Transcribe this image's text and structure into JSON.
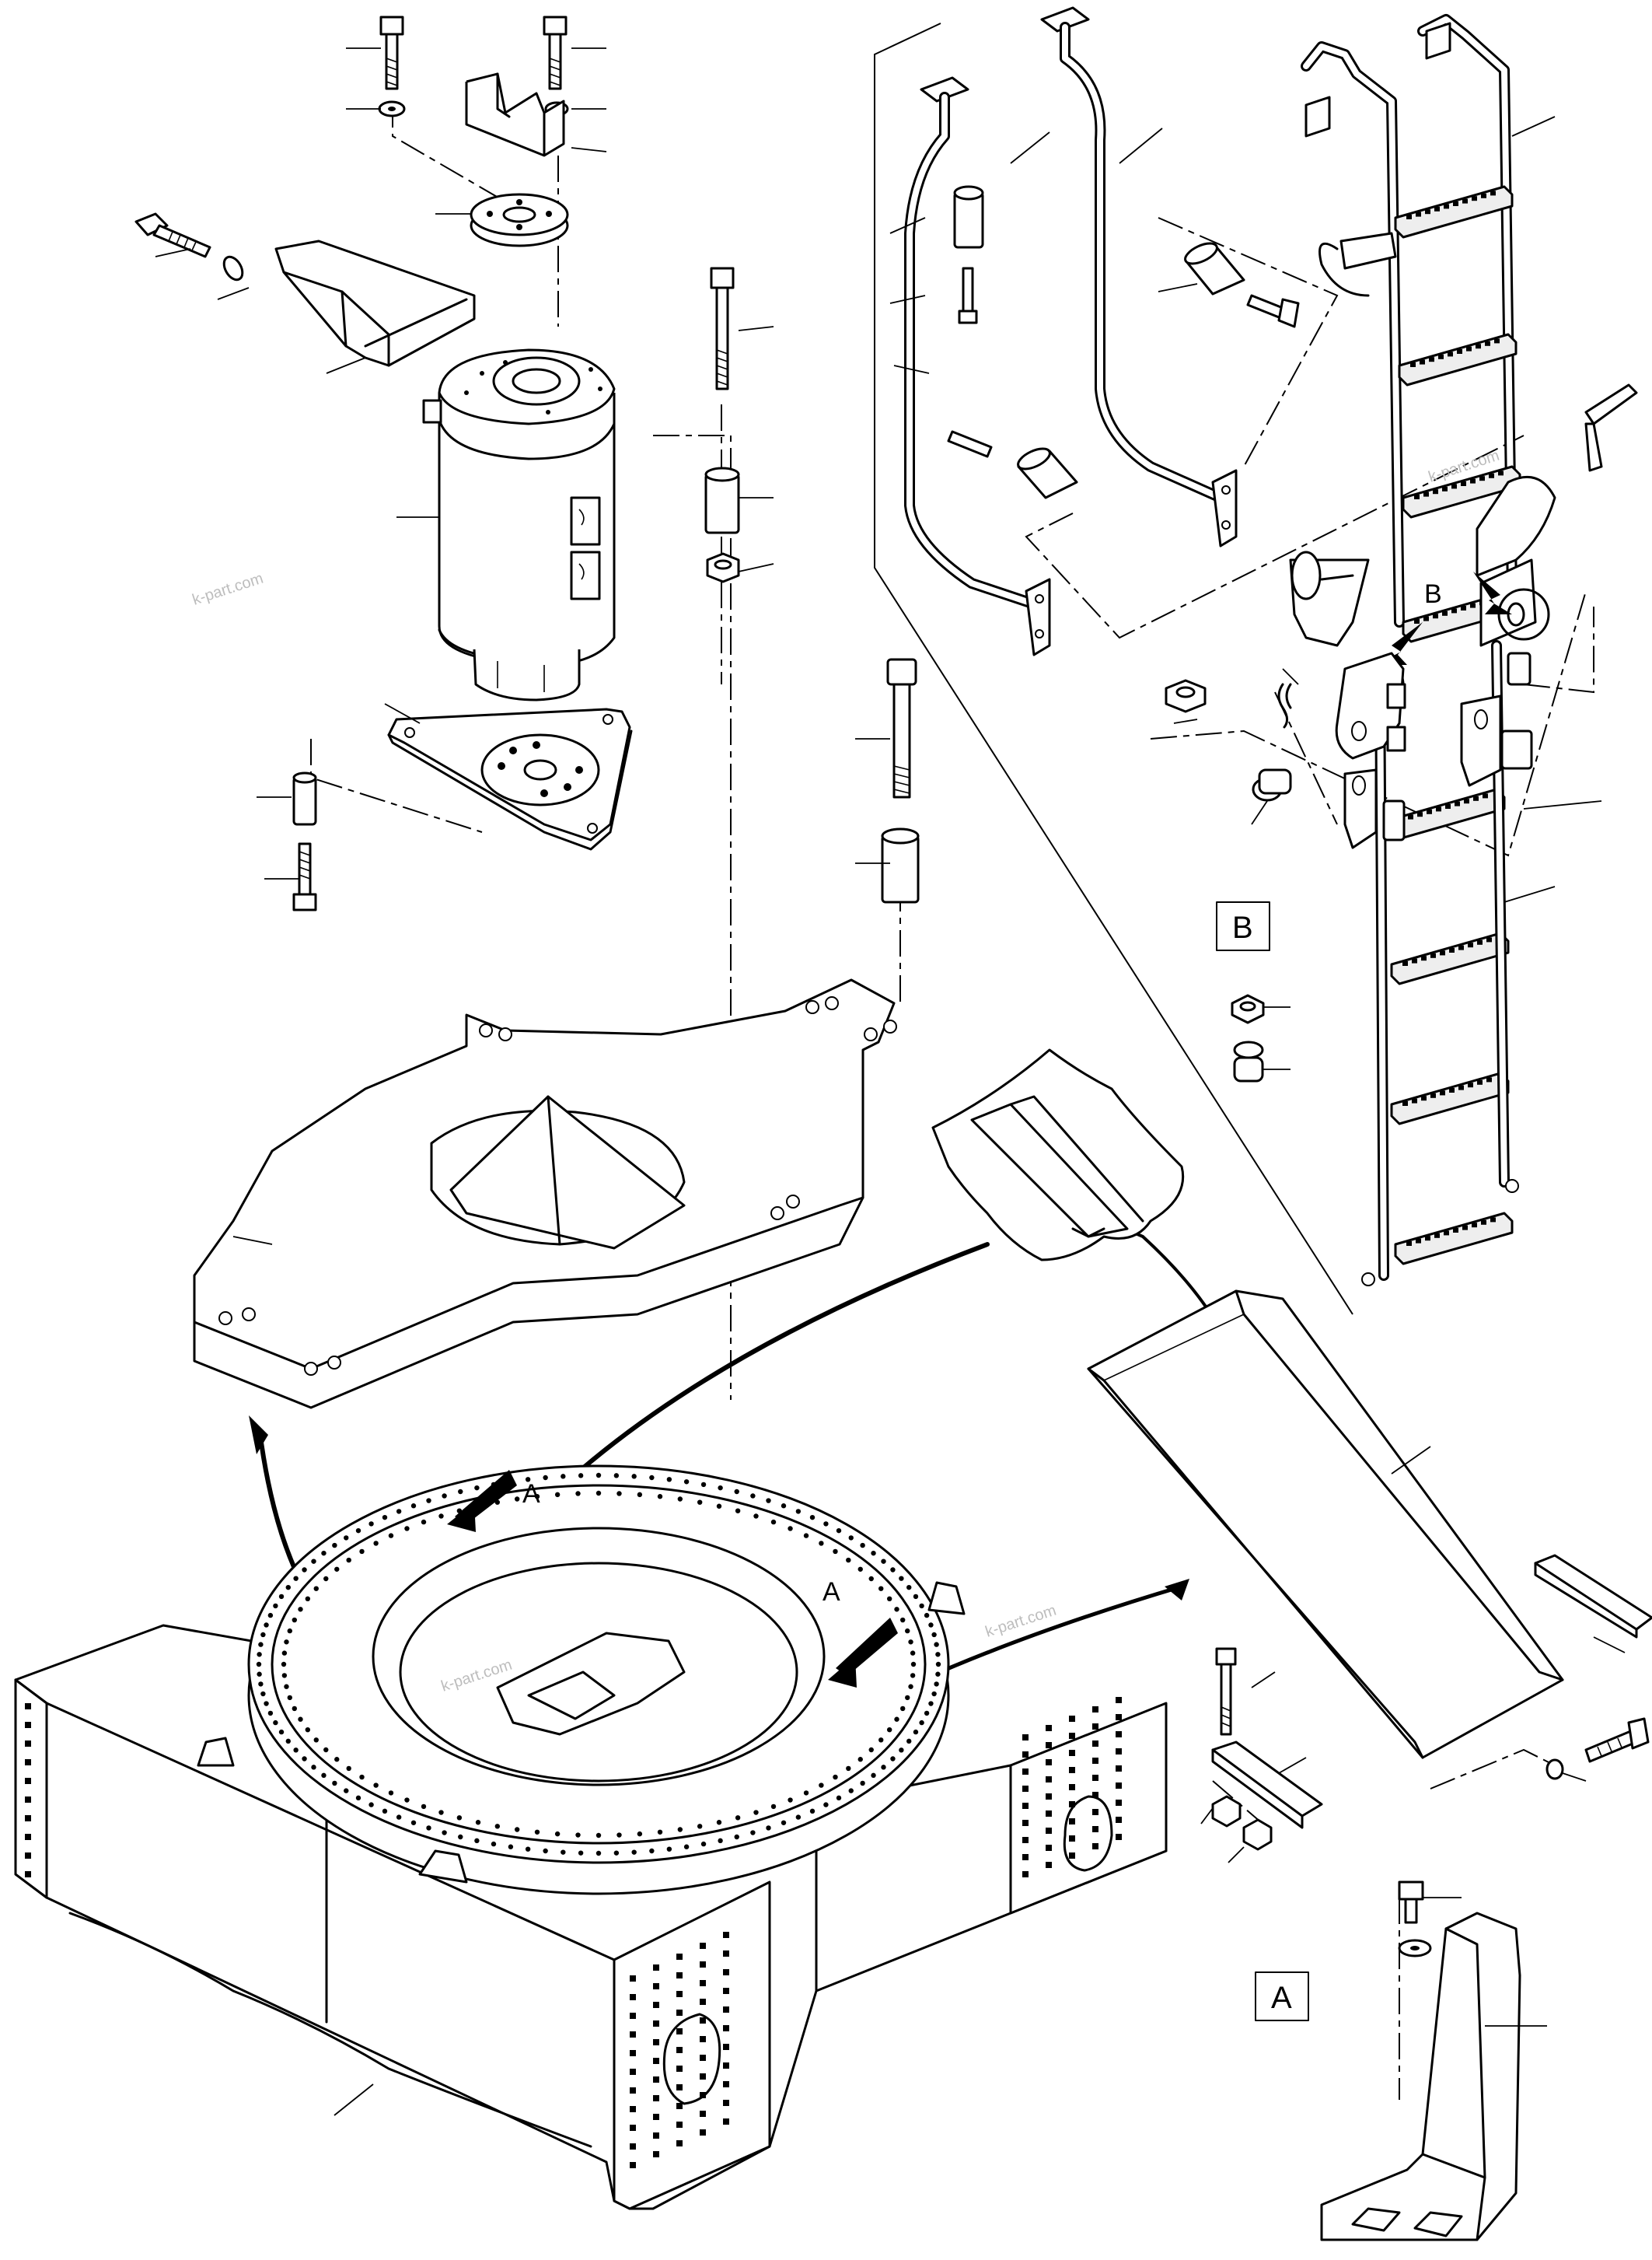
{
  "watermark": "k-part.com",
  "detail_labels": {
    "a": "A",
    "b": "B"
  },
  "colors": {
    "line": "#000000",
    "paper": "#ffffff",
    "watermark": "#bdbdbd"
  }
}
